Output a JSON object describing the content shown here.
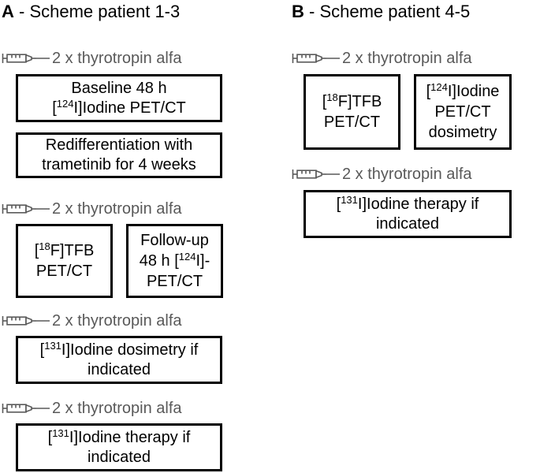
{
  "figure": {
    "type": "study-scheme-diagram",
    "background_color": "#ffffff",
    "box_border_color": "#000000",
    "injection_label_color": "#595959"
  },
  "panels": [
    {
      "id": "A",
      "letter": "A",
      "separator": " - ",
      "title": "Scheme patient 1-3",
      "steps": [
        {
          "kind": "injection",
          "icon": "syringe-icon",
          "label": "2 x thyrotropin alfa"
        },
        {
          "kind": "box",
          "name": "baseline-pet-ct-box",
          "line1_prefix": "Baseline 48 h",
          "line2_pre": "[",
          "line2_sup": "124",
          "line2_post": "I]Iodine PET/CT"
        },
        {
          "kind": "box",
          "name": "redifferentiation-box",
          "line1": "Redifferentiation with",
          "line2": "trametinib for 4 weeks"
        },
        {
          "kind": "injection",
          "icon": "syringe-icon",
          "label": "2 x thyrotropin alfa"
        },
        {
          "kind": "box-pair",
          "left": {
            "name": "f18-tfb-pet-ct-box",
            "pre": "[",
            "sup": "18",
            "post": "F]TFB",
            "line2": "PET/CT"
          },
          "right": {
            "name": "followup-i124-pet-ct-box",
            "line1": "Follow-up",
            "line2_pre": "48 h [",
            "line2_sup": "124",
            "line2_post": "I]-",
            "line3": "PET/CT"
          }
        },
        {
          "kind": "injection",
          "icon": "syringe-icon",
          "label": "2 x thyrotropin alfa"
        },
        {
          "kind": "box",
          "name": "i131-dosimetry-box",
          "line1_pre": "[",
          "line1_sup": "131",
          "line1_post": "I]Iodine dosimetry if",
          "line2": "indicated"
        },
        {
          "kind": "injection",
          "icon": "syringe-icon",
          "label": "2 x thyrotropin alfa"
        },
        {
          "kind": "box",
          "name": "i131-therapy-box",
          "line1_pre": "[",
          "line1_sup": "131",
          "line1_post": "I]Iodine therapy if",
          "line2": "indicated"
        }
      ]
    },
    {
      "id": "B",
      "letter": "B",
      "separator": " - ",
      "title": "Scheme patient 4-5",
      "steps": [
        {
          "kind": "injection",
          "icon": "syringe-icon",
          "label": "2 x thyrotropin alfa"
        },
        {
          "kind": "box-pair",
          "left": {
            "name": "f18-tfb-pet-ct-box",
            "pre": "[",
            "sup": "18",
            "post": "F]TFB",
            "line2": "PET/CT"
          },
          "right": {
            "name": "i124-iodine-pet-ct-dosimetry-box",
            "line1_pre": "[",
            "line1_sup": "124",
            "line1_post": "I]Iodine",
            "line2": "PET/CT",
            "line3": "dosimetry"
          }
        },
        {
          "kind": "injection",
          "icon": "syringe-icon",
          "label": "2 x thyrotropin alfa"
        },
        {
          "kind": "box",
          "name": "i131-therapy-box",
          "line1_pre": "[",
          "line1_sup": "131",
          "line1_post": "I]Iodine therapy if",
          "line2": "indicated"
        }
      ]
    }
  ]
}
